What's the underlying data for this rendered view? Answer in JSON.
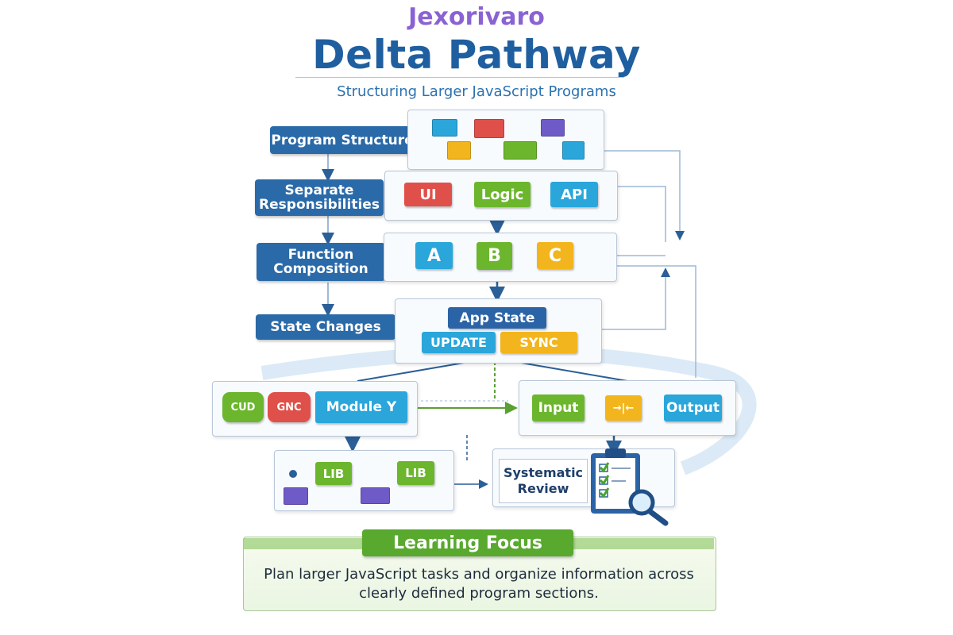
{
  "header": {
    "brand": "Jexorivaro",
    "title": "Delta Pathway",
    "subtitle": "Structuring Larger JavaScript Programs"
  },
  "stages": {
    "program_structure": "Program Structure",
    "separate_responsibilities": "Separate Responsibilities",
    "function_composition": "Function Composition",
    "state_changes": "State Changes"
  },
  "separate_panel": {
    "ui": "UI",
    "logic": "Logic",
    "api": "API"
  },
  "composition_panel": {
    "a": "A",
    "b": "B",
    "c": "C"
  },
  "state_panel": {
    "app_state": "App State",
    "update": "UPDATE",
    "sync": "SYNC"
  },
  "module_panel": {
    "piece1": "CUD",
    "piece2": "GNC",
    "module": "Module Y"
  },
  "io_panel": {
    "input": "Input",
    "middle": "→|←",
    "output": "Output"
  },
  "lib_panel": {
    "lib1": "LIB",
    "lib2": "LIB"
  },
  "review": {
    "label": "Systematic Review"
  },
  "learning_focus": {
    "title": "Learning Focus",
    "text": "Plan larger JavaScript tasks and organize information across clearly defined program sections."
  },
  "colors": {
    "navy": "#2b6aa8",
    "red": "#e0504a",
    "green": "#6cb62e",
    "blue": "#2aa6da",
    "yellow": "#f2b51d",
    "purple": "#6f5bc7"
  }
}
